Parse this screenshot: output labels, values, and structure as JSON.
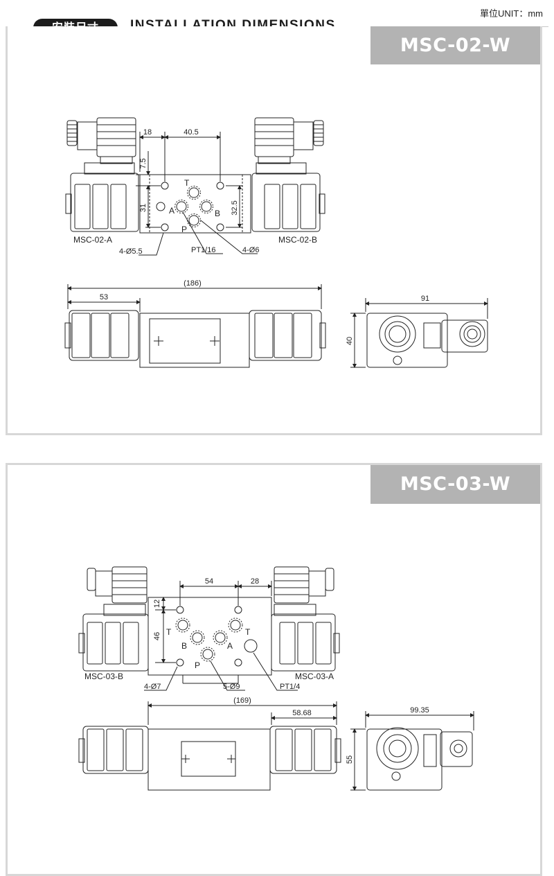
{
  "header": {
    "badge": "安裝尺寸",
    "title": "INSTALLATION DIMENSIONS",
    "unit": "單位UNIT：mm"
  },
  "msc02": {
    "model": "MSC-02-W",
    "label_a": "MSC-02-A",
    "label_b": "MSC-02-B",
    "dims": {
      "d18": "18",
      "d40_5": "40.5",
      "d7_5": "7.5",
      "d31": "31",
      "d32_5": "32.5",
      "holes_mount": "4-Ø5.5",
      "port": "PT1/16",
      "holes_port": "4-Ø6",
      "overall": "(186)",
      "d53": "53",
      "d91": "91",
      "d40": "40"
    },
    "ports": {
      "T": "T",
      "A": "A",
      "B": "B",
      "P": "P"
    }
  },
  "msc03": {
    "model": "MSC-03-W",
    "label_b": "MSC-03-B",
    "label_a": "MSC-03-A",
    "dims": {
      "d54": "54",
      "d28": "28",
      "d12": "12",
      "d46": "46",
      "holes_mount": "4-Ø7",
      "holes_port": "5-Ø9",
      "port": "PT1/4",
      "overall": "(169)",
      "d58_68": "58.68",
      "d99_35": "99.35",
      "d55": "55"
    },
    "ports": {
      "T1": "T",
      "T2": "T",
      "B": "B",
      "A": "A",
      "P": "P"
    }
  }
}
